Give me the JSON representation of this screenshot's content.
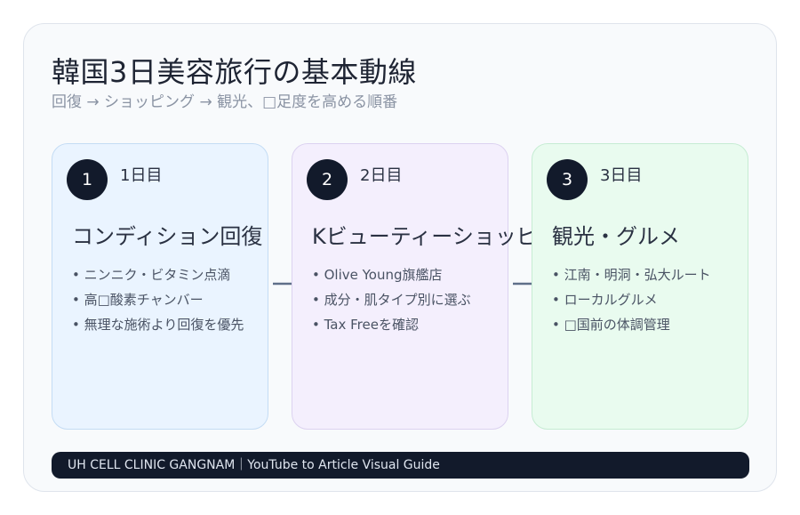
{
  "header": {
    "title": "韓国3日美容旅行の基本動線",
    "subtitle": "回復 → ショッピング → 観光、□足度を高める順番"
  },
  "steps": [
    {
      "number": "1",
      "day": "1日目",
      "heading": "コンディション回復",
      "items": [
        "ニンニク・ビタミン点滴",
        "高□酸素チャンバー",
        "無理な施術より回復を優先"
      ],
      "color": "#eaf4ff"
    },
    {
      "number": "2",
      "day": "2日目",
      "heading": "Kビューティーショッピング",
      "items": [
        "Olive Young旗艦店",
        "成分・肌タイプ別に選ぶ",
        "Tax Freeを確認"
      ],
      "color": "#f4effd"
    },
    {
      "number": "3",
      "day": "3日目",
      "heading": "観光・グルメ",
      "items": [
        "江南・明洞・弘大ルート",
        "ローカルグルメ",
        "□国前の体調管理"
      ],
      "color": "#e9fbef"
    }
  ],
  "footer": {
    "text": "UH CELL CLINIC GANGNAM｜YouTube to Article Visual Guide"
  },
  "colors": {
    "badge": "#121a2b",
    "arrow": "#5f6f89",
    "footer_bg": "#121a2b"
  }
}
